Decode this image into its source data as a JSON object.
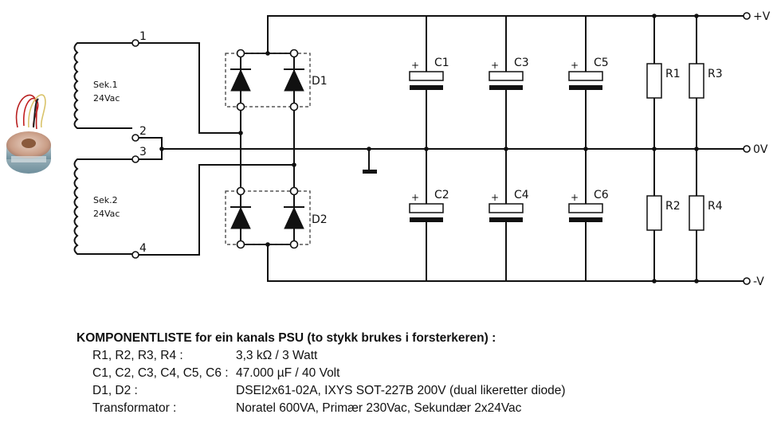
{
  "diagram": {
    "title": "Power supply schematic (one channel PSU)",
    "transformer": {
      "photo": "toroidal-transformer-photo",
      "windings": [
        {
          "name": "Sek.1",
          "voltage": "24Vac"
        },
        {
          "name": "Sek.2",
          "voltage": "24Vac"
        }
      ],
      "terminals": [
        "1",
        "2",
        "3",
        "4"
      ]
    },
    "rectifiers": [
      {
        "ref": "D1"
      },
      {
        "ref": "D2"
      }
    ],
    "capacitors": [
      {
        "ref": "C1",
        "polarity": "+"
      },
      {
        "ref": "C3",
        "polarity": "+"
      },
      {
        "ref": "C5",
        "polarity": "+"
      },
      {
        "ref": "C2",
        "polarity": "+"
      },
      {
        "ref": "C4",
        "polarity": "+"
      },
      {
        "ref": "C6",
        "polarity": "+"
      }
    ],
    "resistors": [
      {
        "ref": "R1"
      },
      {
        "ref": "R3"
      },
      {
        "ref": "R2"
      },
      {
        "ref": "R4"
      }
    ],
    "outputs": [
      {
        "label": "+V"
      },
      {
        "label": "0V"
      },
      {
        "label": "-V"
      }
    ]
  },
  "parts_list": {
    "heading": "KOMPONENTLISTE for ein kanals PSU (to stykk brukes i forsterkeren) :",
    "rows": [
      {
        "ref": "R1, R2, R3, R4 :",
        "value": "3,3 kΩ / 3 Watt"
      },
      {
        "ref": "C1, C2, C3, C4, C5, C6 :",
        "value": "47.000 µF / 40 Volt"
      },
      {
        "ref": "D1, D2 :",
        "value": "DSEI2x61-02A, IXYS SOT-227B 200V (dual likeretter diode)"
      },
      {
        "ref": "Transformator :",
        "value": "Noratel 600VA, Primær 230Vac, Sekundær 2x24Vac"
      }
    ]
  }
}
